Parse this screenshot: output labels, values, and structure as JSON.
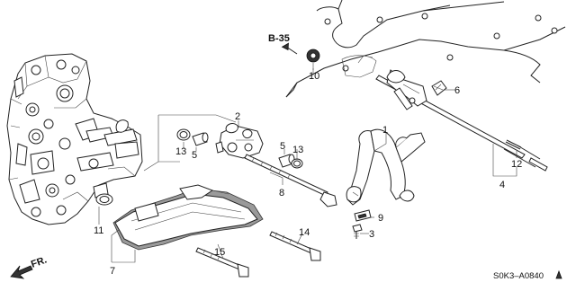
{
  "diagram": {
    "ref_label": "B-35",
    "footer_code": "S0K3–A0840",
    "direction_label": "FR.",
    "callouts": [
      "1",
      "2",
      "3",
      "4",
      "5",
      "5",
      "6",
      "7",
      "8",
      "9",
      "10",
      "11",
      "12",
      "13",
      "13",
      "14",
      "15"
    ]
  }
}
